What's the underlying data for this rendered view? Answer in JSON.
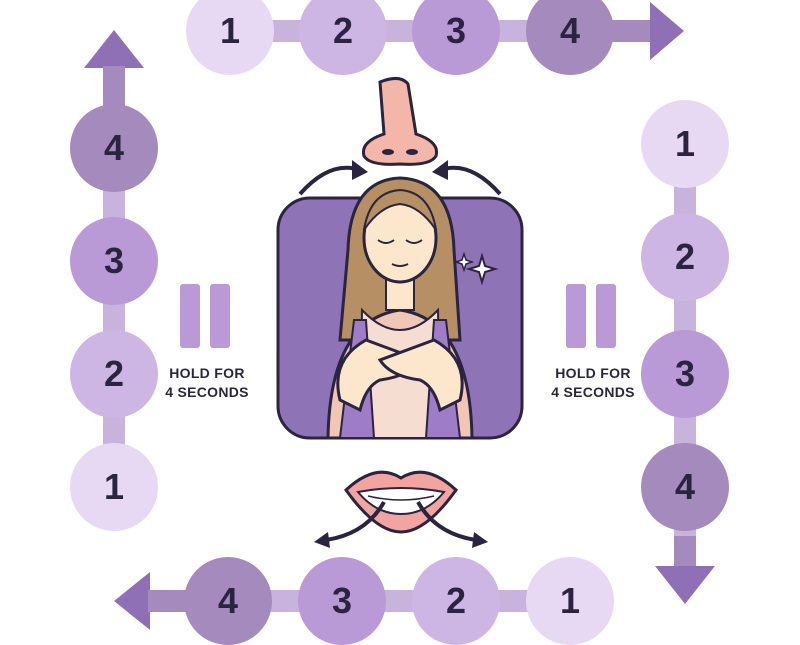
{
  "colors": {
    "c1": "#e7d9f3",
    "c2": "#cdb5e4",
    "c3": "#b99ad6",
    "c4": "#a58abd",
    "track": "#c8b3dd",
    "arrow": "#8f6fb5",
    "panel": "#8e73b6",
    "ink": "#2b2440"
  },
  "top_row": {
    "steps": [
      "1",
      "2",
      "3",
      "4"
    ]
  },
  "right_column": {
    "steps": [
      "1",
      "2",
      "3",
      "4"
    ]
  },
  "bottom_row": {
    "steps": [
      "4",
      "3",
      "2",
      "1"
    ]
  },
  "left_column": {
    "steps": [
      "4",
      "3",
      "2",
      "1"
    ]
  },
  "hold_left": {
    "line1": "HOLD FOR",
    "line2": "4 SECONDS"
  },
  "hold_right": {
    "line1": "HOLD FOR",
    "line2": "4 SECONDS"
  },
  "icons": [
    "nose-icon",
    "mouth-icon",
    "woman-illustration",
    "sparkle-icon",
    "pause-icon"
  ]
}
